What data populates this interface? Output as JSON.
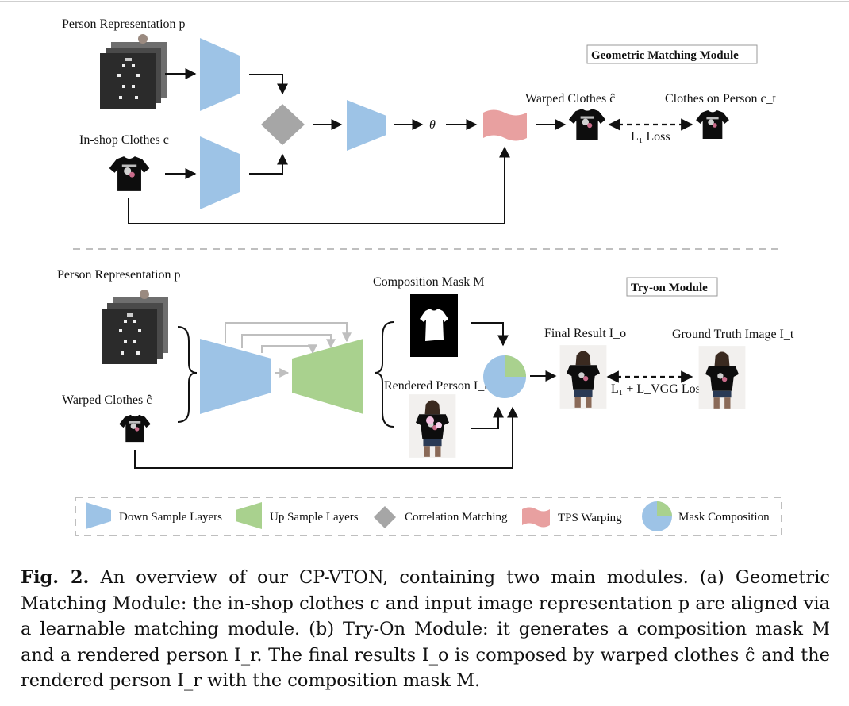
{
  "colors": {
    "down_sample": "#9dc3e6",
    "up_sample": "#a9d18e",
    "correlation": "#a6a6a6",
    "tps": "#e8a0a0",
    "arrow": "#111111",
    "skip_arrow": "#bfbfbf",
    "divider": "#bfbfbf"
  },
  "gmm": {
    "title": "Geometric Matching Module",
    "person_repr_label": "Person Representation p",
    "inshop_label": "In-shop Clothes c",
    "theta_label": "θ",
    "warped_label": "Warped Clothes ĉ",
    "target_label": "Clothes on Person c_t",
    "loss_label": "L₁ Loss"
  },
  "tom": {
    "title": "Try-on Module",
    "person_repr_label": "Person Representation p",
    "warped_label": "Warped Clothes ĉ",
    "mask_label": "Composition Mask M",
    "rendered_label": "Rendered Person I_r",
    "final_label": "Final Result I_o",
    "gt_label": "Ground Truth Image I_t",
    "loss_label": "L₁ + L_VGG  Loss"
  },
  "legend": {
    "items": [
      {
        "icon": "down-sample-icon",
        "label": "Down Sample Layers"
      },
      {
        "icon": "up-sample-icon",
        "label": "Up Sample Layers"
      },
      {
        "icon": "correlation-icon",
        "label": "Correlation Matching"
      },
      {
        "icon": "tps-icon",
        "label": "TPS Warping"
      },
      {
        "icon": "mask-composition-icon",
        "label": "Mask Composition"
      }
    ]
  },
  "caption": {
    "figure": "Fig. 2.",
    "text": " An overview of our CP-VTON, containing two main modules. (a) Geometric Matching Module: the in-shop clothes c and input image representation p are aligned via a learnable matching module. (b) Try-On Module: it generates a composition mask M and a rendered person I_r. The final results I_o is composed by warped clothes ĉ and the rendered person I_r with the composition mask M."
  }
}
